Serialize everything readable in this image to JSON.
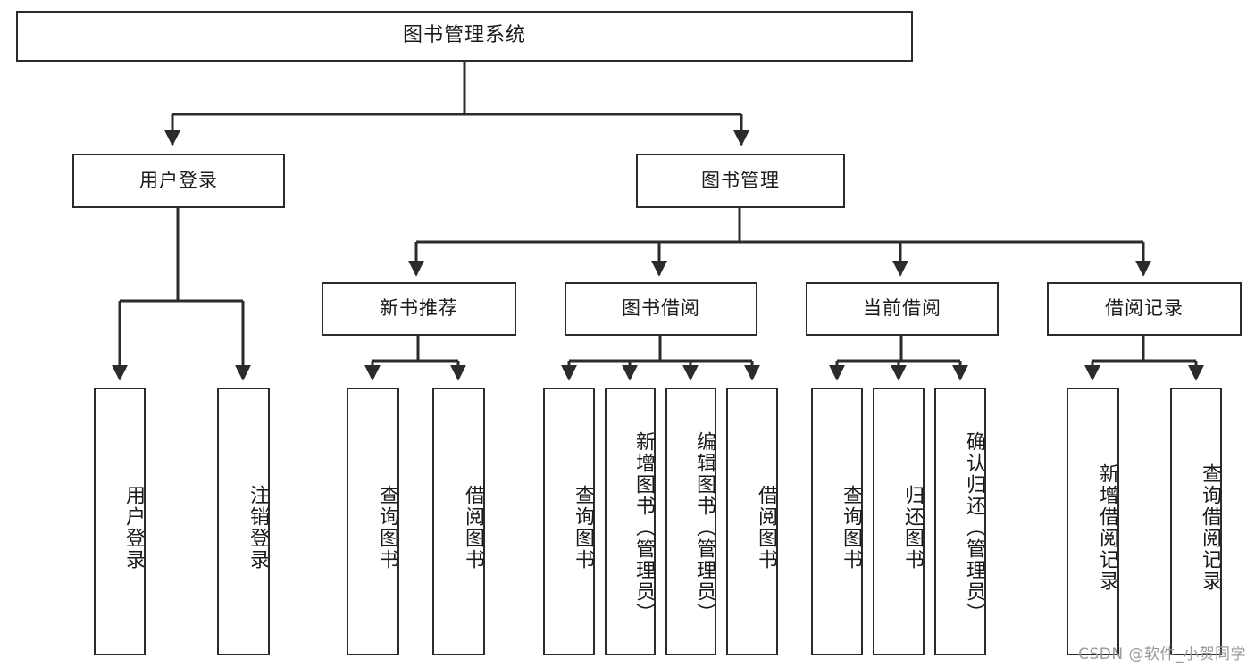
{
  "diagram": {
    "title": "图书管理系统",
    "type": "hierarchy-tree",
    "watermark": "CSDN @软件_小贺同学",
    "colors": {
      "stroke": "#2b2b2b",
      "background": "#ffffff",
      "text": "#1a1a1a",
      "watermark": "#9a9a9a"
    },
    "root": {
      "label": "图书管理系统"
    },
    "level2": [
      {
        "label": "用户登录"
      },
      {
        "label": "图书管理"
      }
    ],
    "level3": [
      {
        "label": "新书推荐"
      },
      {
        "label": "图书借阅"
      },
      {
        "label": "当前借阅"
      },
      {
        "label": "借阅记录"
      }
    ],
    "leaves": {
      "user_login": [
        {
          "label": "用户登录"
        },
        {
          "label": "注销登录"
        }
      ],
      "new_book": [
        {
          "label": "查询图书"
        },
        {
          "label": "借阅图书"
        }
      ],
      "book_borrow": [
        {
          "label": "查询图书"
        },
        {
          "label": "新增图书（管理员）"
        },
        {
          "label": "编辑图书（管理员）"
        },
        {
          "label": "借阅图书"
        }
      ],
      "current_borrow": [
        {
          "label": "查询图书"
        },
        {
          "label": "归还图书"
        },
        {
          "label": "确认归还（管理员）"
        }
      ],
      "borrow_record": [
        {
          "label": "新增借阅记录"
        },
        {
          "label": "查询借阅记录"
        }
      ]
    }
  }
}
